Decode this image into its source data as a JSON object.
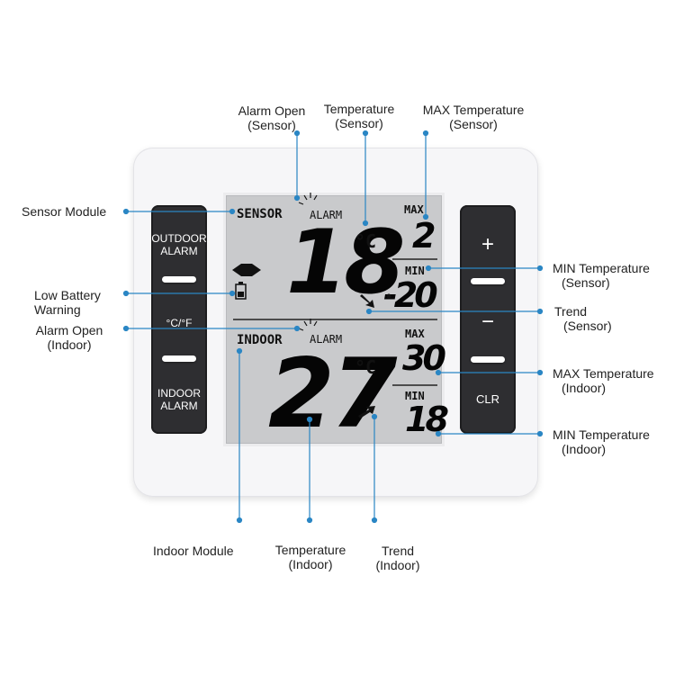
{
  "device": {
    "left_panel": {
      "outdoor_alarm": [
        "OUTDOOR",
        "ALARM"
      ],
      "unit": "°C/°F",
      "indoor_alarm": [
        "INDOOR",
        "ALARM"
      ]
    },
    "right_panel": {
      "plus": "+",
      "minus": "−",
      "clr": "CLR"
    }
  },
  "lcd": {
    "sensor": {
      "label": "SENSOR",
      "alarm": "ALARM",
      "temp": "18",
      "unit": "°C",
      "max_label": "MAX",
      "max": "2",
      "min_label": "MIN",
      "min": "-20"
    },
    "indoor": {
      "label": "INDOOR",
      "alarm": "ALARM",
      "temp": "27",
      "unit": "°C",
      "max_label": "MAX",
      "max": "30",
      "min_label": "MIN",
      "min": "18"
    }
  },
  "callouts": {
    "alarm_open_sensor": [
      "Alarm Open",
      "(Sensor)"
    ],
    "temperature_sensor": [
      "Temperature",
      "(Sensor)"
    ],
    "max_temperature_sensor": [
      "MAX Temperature",
      "(Sensor)"
    ],
    "sensor_module": "Sensor Module",
    "low_battery": [
      "Low Battery",
      "Warning"
    ],
    "alarm_open_indoor": [
      "Alarm Open",
      "(Indoor)"
    ],
    "min_temperature_sensor": [
      "MIN Temperature",
      "(Sensor)"
    ],
    "trend_sensor": [
      "Trend",
      "(Sensor)"
    ],
    "max_temperature_indoor": [
      "MAX Temperature",
      "(Indoor)"
    ],
    "min_temperature_indoor": [
      "MIN Temperature",
      "(Indoor)"
    ],
    "indoor_module": "Indoor Module",
    "temperature_indoor": [
      "Temperature",
      "(Indoor)"
    ],
    "trend_indoor": [
      "Trend",
      "(Indoor)"
    ]
  },
  "colors": {
    "callout_line": "#2a86c4",
    "lcd_bg": "#c9cacc",
    "panel": "#2e2e31"
  }
}
